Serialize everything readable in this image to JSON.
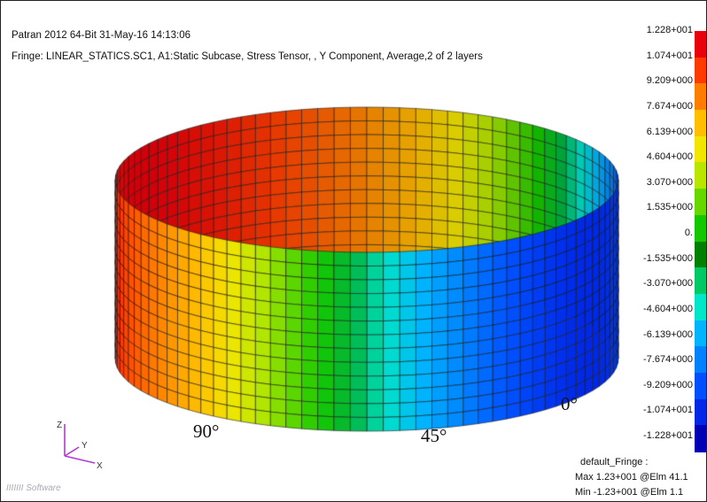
{
  "header": {
    "line1": "Patran 2012 64-Bit 31-May-16 14:13:06",
    "line2": "Fringe: LINEAR_STATICS.SC1, A1:Static Subcase, Stress Tensor, , Y Component, Average,2 of 2 layers"
  },
  "labels": {
    "deg90": "90°",
    "deg45": "45°",
    "deg0": "0°"
  },
  "legend": {
    "ticks": [
      "1.228+001",
      "1.074+001",
      "9.209+000",
      "7.674+000",
      "6.139+000",
      "4.604+000",
      "3.070+000",
      "1.535+000",
      "0.",
      "-1.535+000",
      "-3.070+000",
      "-4.604+000",
      "-6.139+000",
      "-7.674+000",
      "-9.209+000",
      "-1.074+001",
      "-1.228+001"
    ],
    "colors": [
      "#e8000a",
      "#ff3a00",
      "#ff7d00",
      "#ffbf00",
      "#f0e600",
      "#b8e600",
      "#66d800",
      "#14c800",
      "#008000",
      "#00c864",
      "#00e6c8",
      "#00b4ff",
      "#0082ff",
      "#0050ff",
      "#0028e6",
      "#0000b4"
    ],
    "fringe_name": "default_Fringe :",
    "max_text": "Max 1.23+001 @Elm 41.1",
    "min_text": "Min -1.23+001 @Elm 1.1"
  },
  "triad": {
    "z": "Z",
    "y": "Y",
    "x": "X"
  },
  "watermark": "IIIIIII Software"
}
